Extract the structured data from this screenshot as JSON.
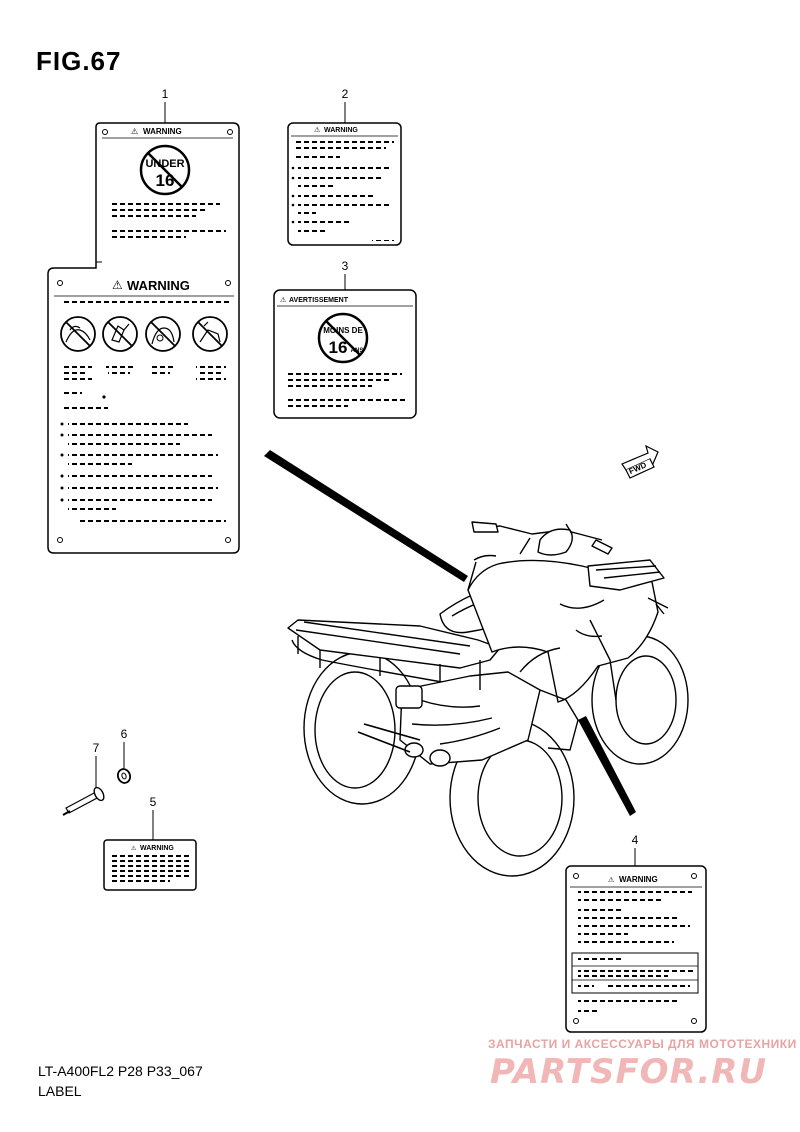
{
  "figure": {
    "title": "FIG.67"
  },
  "footer": {
    "model_code": "LT-A400FL2 P28 P33_067",
    "section_name": "LABEL"
  },
  "watermark": {
    "tagline": "ЗАПЧАСТИ И АКСЕССУАРЫ ДЛЯ МОТОТЕХНИКИ",
    "logo_text": "PARTSFOR.RU",
    "color": "#f1b7b7"
  },
  "callouts": {
    "n1": "1",
    "n2": "2",
    "n3": "3",
    "n4": "4",
    "n5": "5",
    "n6": "6",
    "n7": "7"
  },
  "labels": {
    "label1": {
      "header_small": "WARNING",
      "header_large": "WARNING",
      "circle_top": "UNDER",
      "circle_bottom": "16"
    },
    "label2": {
      "header": "WARNING"
    },
    "label3": {
      "header": "AVERTISSEMENT",
      "circle_top": "MOINS DE",
      "circle_bottom": "16",
      "circle_suffix": "ANS"
    },
    "label4": {
      "header": "WARNING"
    },
    "label5": {
      "header": "WARNING"
    }
  },
  "fwd_arrow": {
    "text": "FWD"
  }
}
